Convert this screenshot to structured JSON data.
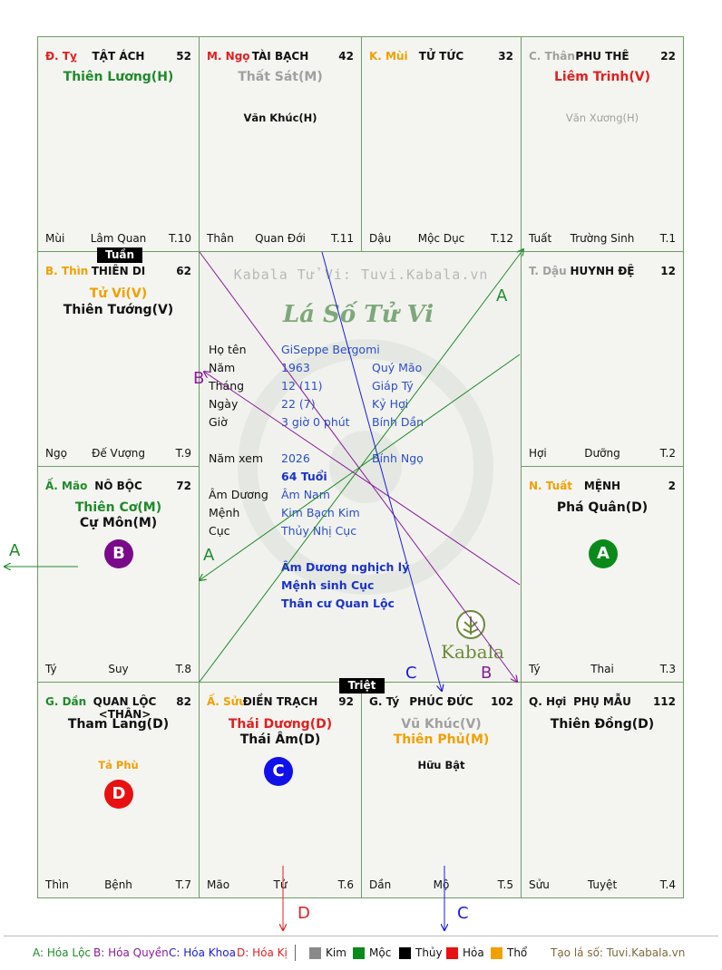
{
  "cells": [
    {
      "id": "ti",
      "can": "Đ. Tỵ",
      "can_color": "#e02020",
      "name": "TẬT ÁCH",
      "num": "52",
      "foot_l": "Mùi",
      "foot_c": "Lâm Quan",
      "foot_r": "T.10",
      "stars": [
        {
          "t": "Thiên Lương(H)",
          "c": "#1f8a2a"
        }
      ],
      "minor": []
    },
    {
      "id": "ngo",
      "can": "M. Ngọ",
      "can_color": "#e02020",
      "name": "TÀI BẠCH",
      "num": "42",
      "foot_l": "Thân",
      "foot_c": "Quan Đới",
      "foot_r": "T.11",
      "stars": [
        {
          "t": "Thất Sát(M)",
          "c": "#a0a0a0"
        }
      ],
      "minor": [
        {
          "t": "Văn Khúc(H)",
          "c": "#111"
        }
      ]
    },
    {
      "id": "mui",
      "can": "K. Mùi",
      "can_color": "#f0a000",
      "name": "TỬ TỨC",
      "num": "32",
      "foot_l": "Dậu",
      "foot_c": "Mộc Dục",
      "foot_r": "T.12",
      "stars": [],
      "minor": []
    },
    {
      "id": "than",
      "can": "C. Thân",
      "can_color": "#a0a0a0",
      "name": "PHU THÊ",
      "num": "22",
      "foot_l": "Tuất",
      "foot_c": "Trường Sinh",
      "foot_r": "T.1",
      "stars": [
        {
          "t": "Liêm Trinh(V)",
          "c": "#e02020"
        }
      ],
      "minor": [
        {
          "t": "Văn Xương(H)",
          "c": "#a0a0a0"
        }
      ]
    },
    {
      "id": "thin",
      "can": "B. Thìn",
      "can_color": "#f0a000",
      "name": "THIÊN DI",
      "num": "62",
      "foot_l": "Ngọ",
      "foot_c": "Đế Vượng",
      "foot_r": "T.9",
      "stars": [
        {
          "t": "Tử Vi(V)",
          "c": "#f0a000"
        },
        {
          "t": "Thiên Tướng(V)",
          "c": "#111"
        }
      ],
      "minor": []
    },
    {
      "id": "dau",
      "can": "T. Dậu",
      "can_color": "#a0a0a0",
      "name": "HUYNH ĐỆ",
      "num": "12",
      "foot_l": "Hợi",
      "foot_c": "Dưỡng",
      "foot_r": "T.2",
      "stars": [],
      "minor": []
    },
    {
      "id": "mao",
      "can": "Ấ. Mão",
      "can_color": "#1f8a2a",
      "name": "NÔ BỘC",
      "num": "72",
      "foot_l": "Tý",
      "foot_c": "Suy",
      "foot_r": "T.8",
      "stars": [
        {
          "t": "Thiên Cơ(M)",
          "c": "#1f8a2a"
        },
        {
          "t": "Cự Môn(M)",
          "c": "#111"
        }
      ],
      "minor": []
    },
    {
      "id": "tuat",
      "can": "N. Tuất",
      "can_color": "#f0a000",
      "name": "MỆNH",
      "num": "2",
      "foot_l": "Tý",
      "foot_c": "Thai",
      "foot_r": "T.3",
      "stars": [
        {
          "t": "Phá Quân(D)",
          "c": "#111"
        }
      ],
      "minor": []
    },
    {
      "id": "dan",
      "can": "G. Dần",
      "can_color": "#1f8a2a",
      "name": "QUAN LỘC <THÂN>",
      "num": "82",
      "foot_l": "Thìn",
      "foot_c": "Bệnh",
      "foot_r": "T.7",
      "stars": [
        {
          "t": "Tham Lang(D)",
          "c": "#111"
        }
      ],
      "minor": [
        {
          "t": "Tả Phù",
          "c": "#f0a000"
        }
      ]
    },
    {
      "id": "suu",
      "can": "Ấ. Sửu",
      "can_color": "#f0a000",
      "name": "ĐIỀN TRẠCH",
      "num": "92",
      "foot_l": "Mão",
      "foot_c": "Tử",
      "foot_r": "T.6",
      "stars": [
        {
          "t": "Thái Dương(D)",
          "c": "#e02020"
        },
        {
          "t": "Thái Âm(D)",
          "c": "#111"
        }
      ],
      "minor": []
    },
    {
      "id": "ty",
      "can": "G. Tý",
      "can_color": "#111",
      "name": "PHÚC ĐỨC",
      "num": "102",
      "foot_l": "Dần",
      "foot_c": "Mộ",
      "foot_r": "T.5",
      "stars": [
        {
          "t": "Vũ Khúc(V)",
          "c": "#a0a0a0"
        },
        {
          "t": "Thiên Phủ(M)",
          "c": "#f0a000"
        }
      ],
      "minor": [
        {
          "t": "Hữu Bật",
          "c": "#111"
        }
      ]
    },
    {
      "id": "hoi",
      "can": "Q. Hợi",
      "can_color": "#111",
      "name": "PHỤ MẪU",
      "num": "112",
      "foot_l": "Sửu",
      "foot_c": "Tuyệt",
      "foot_r": "T.4",
      "stars": [
        {
          "t": "Thiên Đồng(D)",
          "c": "#111"
        }
      ],
      "minor": []
    }
  ],
  "tags": {
    "tuan": "Tuần",
    "triet": "Triệt"
  },
  "circles": [
    {
      "letter": "B",
      "color": "#7b0a8a"
    },
    {
      "letter": "A",
      "color": "#0a8a1a"
    },
    {
      "letter": "D",
      "color": "#e81010"
    },
    {
      "letter": "C",
      "color": "#1010e8"
    }
  ],
  "watermark": "Kabala Tử Vi: Tuvi.Kabala.vn",
  "title": "Lá Số Tử Vi",
  "brand": "Kabala",
  "info": {
    "ho_ten_k": "Họ tên",
    "ho_ten_v": "GiSeppe Bergomi",
    "nam_k": "Năm",
    "nam_v": "1963",
    "nam_v2": "Quý Mão",
    "thang_k": "Tháng",
    "thang_v": "12  (11)",
    "thang_v2": "Giáp Tý",
    "ngay_k": "Ngày",
    "ngay_v": "22  (7)",
    "ngay_v2": "Kỷ Hợi",
    "gio_k": "Giờ",
    "gio_v": "3 giờ 0 phút",
    "gio_v2": "Bính Dần",
    "namxem_k": "Năm xem",
    "namxem_v": "2026",
    "namxem_v2": "Bính Ngọ",
    "tuoi": "64 Tuổi",
    "amduong_k": "Âm Dương",
    "amduong_v": "Âm Nam",
    "menh_k": "Mệnh",
    "menh_v": "Kim Bạch Kim",
    "cuc_k": "Cục",
    "cuc_v": "Thủy Nhị Cục",
    "note1": "Âm Dương nghịch lý",
    "note2": "Mệnh sinh Cục",
    "note3": "Thân cư Quan Lộc"
  },
  "line_labels": {
    "a": "A",
    "b": "B",
    "c": "C",
    "d": "D"
  },
  "legend": {
    "a": "A: Hóa Lộc",
    "b": "B: Hóa Quyền",
    "c": "C: Hóa Khoa",
    "d": "D: Hóa Kị",
    "kim": "Kim",
    "moc": "Mộc",
    "thuy": "Thủy",
    "hoa": "Hỏa",
    "tho": "Thổ",
    "site": "Tạo lá số: Tuvi.Kabala.vn",
    "colors": {
      "kim": "#8a8a8a",
      "moc": "#0a8a1a",
      "thuy": "#000000",
      "hoa": "#e81010",
      "tho": "#f0a000"
    }
  }
}
